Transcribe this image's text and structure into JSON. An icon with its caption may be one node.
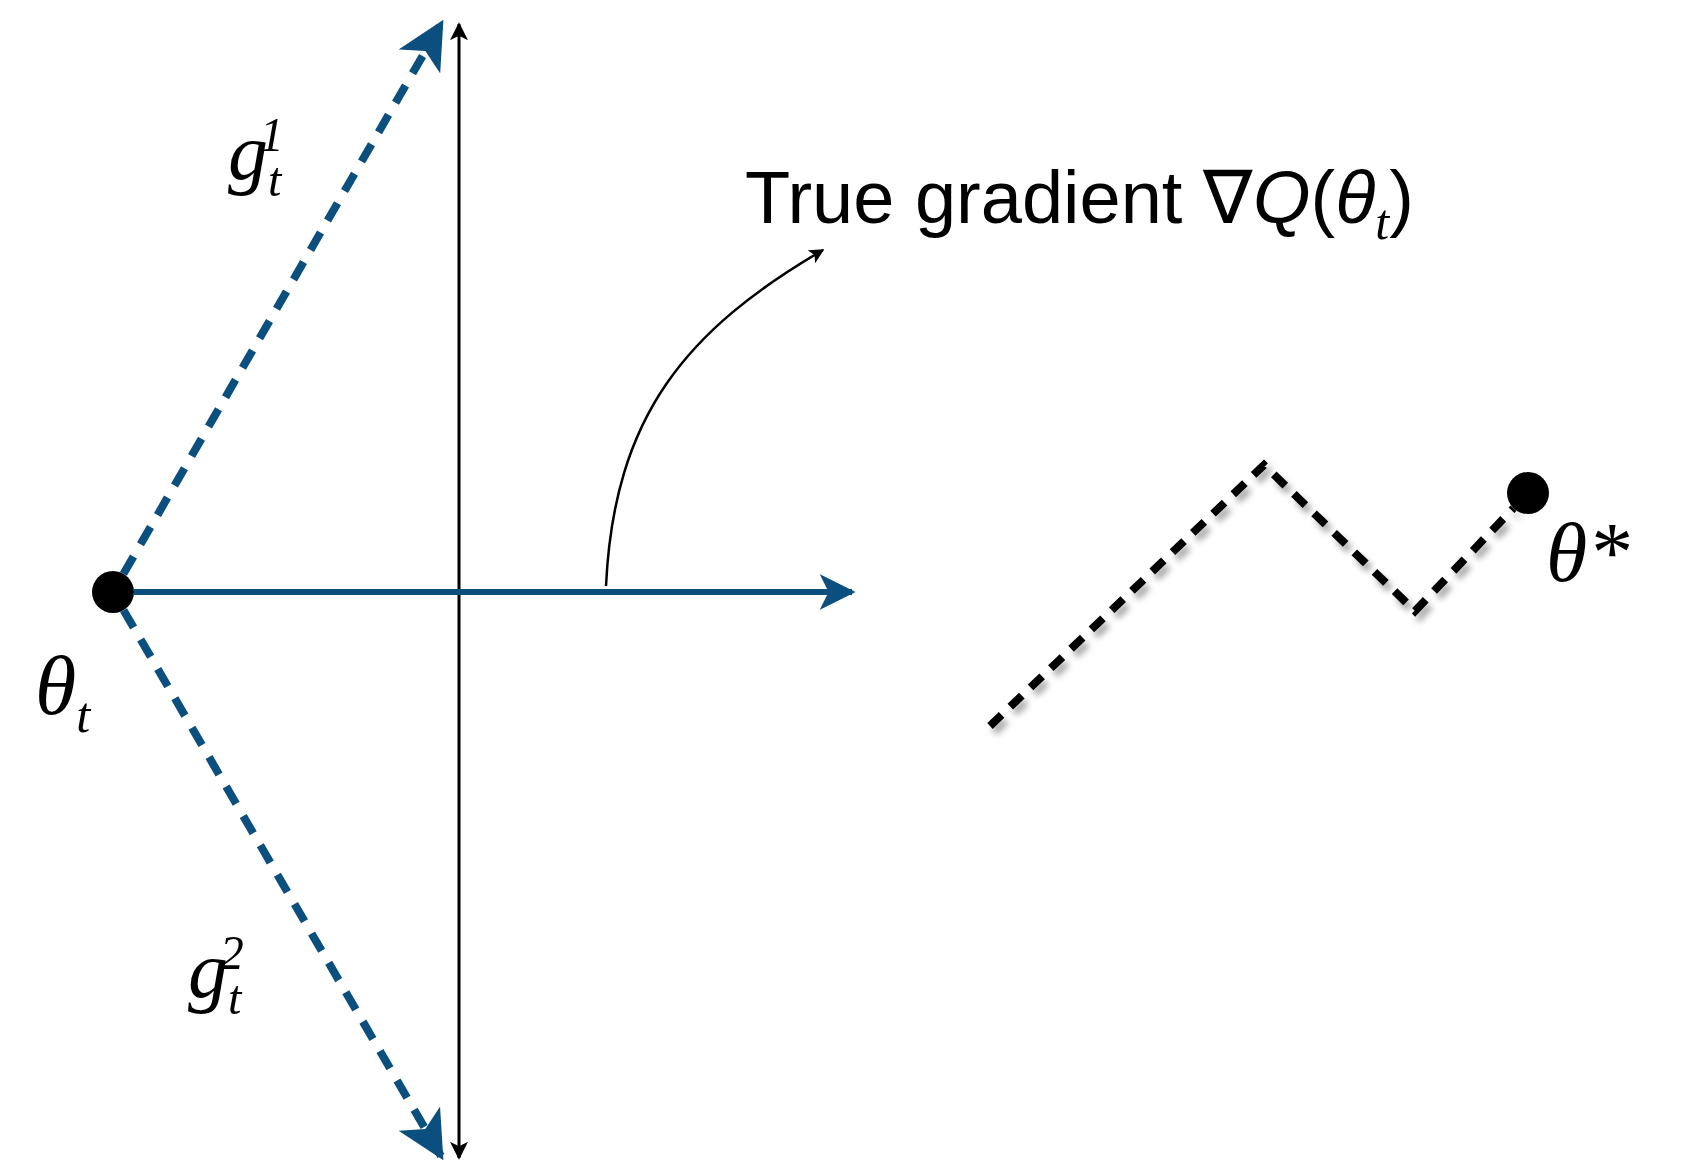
{
  "diagram": {
    "nodes": [
      {
        "text": [],
        "shape": "circle",
        "beside": [
          "θ$_{t}$"
        ]
      },
      {
        "text": [
          "True gradient ∇*Q*(*θ*$_{t}$)"
        ]
      },
      {
        "text": [],
        "shape": "circle",
        "beside": [
          "θ*"
        ]
      }
    ],
    "edges": [
      {
        "from": 0,
        "to": null,
        "arrow": "to",
        "label": "g$_{t}$$^{1}$",
        "style": "dashed",
        "color": "#0b4f7f"
      },
      {
        "from": 0,
        "to": null,
        "arrow": "to",
        "label": "g$_{t}$$^{2}$",
        "style": "dashed",
        "color": "#0b4f7f"
      },
      {
        "from": 0,
        "to": null,
        "arrow": "to",
        "color": "#0b4f7f"
      },
      {
        "from": null,
        "to": 1,
        "arrow": "to",
        "color": "#000000"
      },
      {
        "from": null,
        "to": 2,
        "arrow": "none",
        "style": "dashed",
        "color": "#000000"
      }
    ]
  }
}
